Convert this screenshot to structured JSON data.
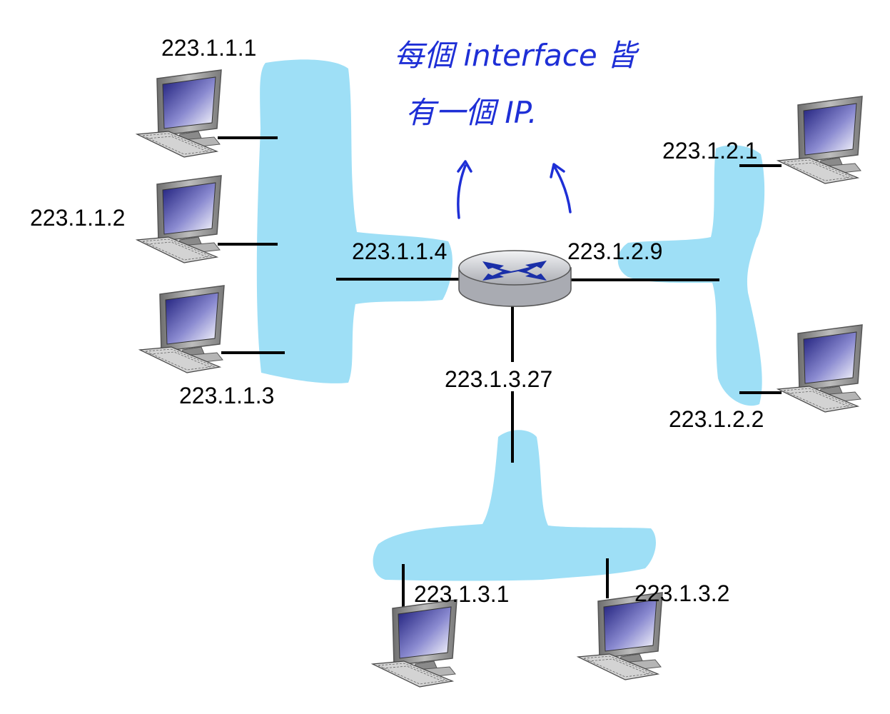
{
  "colors": {
    "network_blob": "#9edff6",
    "link_line": "#000000",
    "annotation_ink": "#1e2fd6",
    "router_body": "#c9cbd0",
    "router_arrows": "#1a2fa8",
    "screen_top": "#1c1c7a",
    "screen_bottom": "#ffffff",
    "monitor_body": "#9a9a9a"
  },
  "annotation": {
    "line1": "每個 interface 皆",
    "line2": "有一個 IP."
  },
  "router": {
    "icon": "router-icon",
    "interfaces": {
      "left": "223.1.1.4",
      "right": "223.1.2.9",
      "bottom": "223.1.3.27"
    }
  },
  "hosts": {
    "h111": "223.1.1.1",
    "h112": "223.1.1.2",
    "h113": "223.1.1.3",
    "h121": "223.1.2.1",
    "h122": "223.1.2.2",
    "h131": "223.1.3.1",
    "h132": "223.1.3.2"
  },
  "icons": {
    "host": "desktop-computer-icon",
    "arrow": "hand-drawn-up-arrow-icon"
  }
}
